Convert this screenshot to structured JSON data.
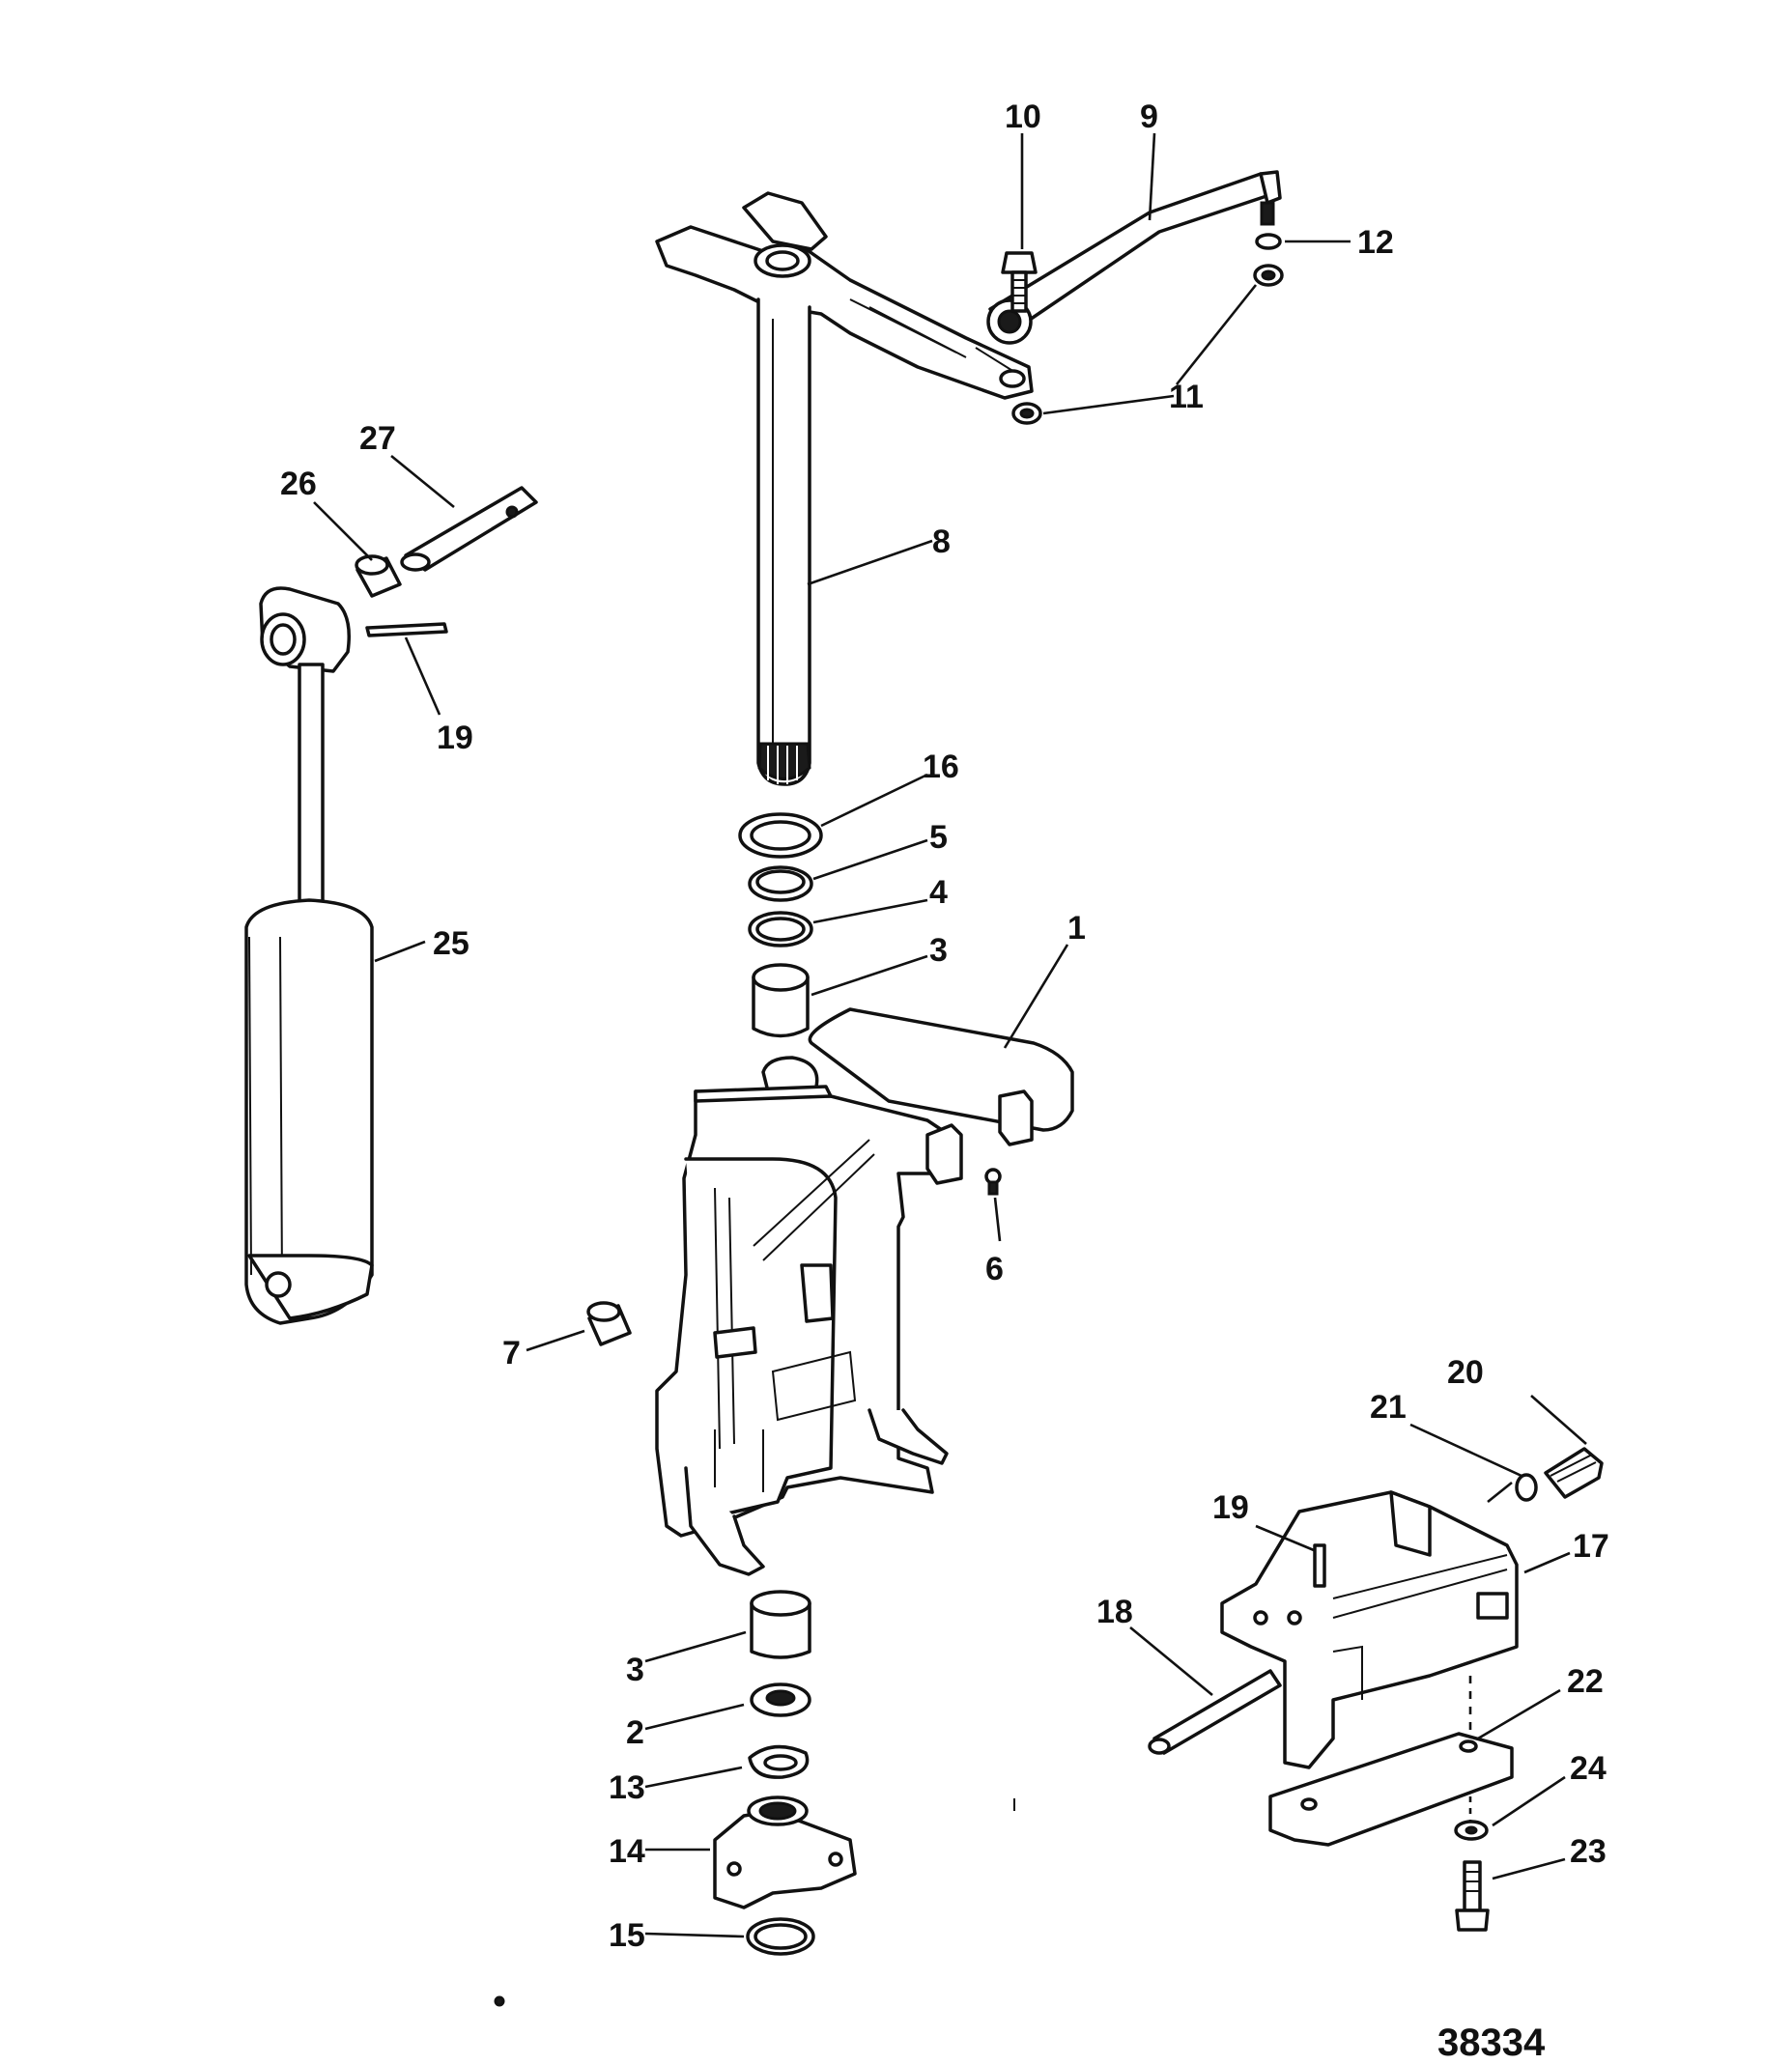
{
  "figure_number": "38334",
  "callouts": {
    "c1": "1",
    "c2": "2",
    "c3a": "3",
    "c3b": "3",
    "c4": "4",
    "c5": "5",
    "c6": "6",
    "c7": "7",
    "c8": "8",
    "c9": "9",
    "c10": "10",
    "c11a": "11",
    "c12": "12",
    "c13": "13",
    "c14": "14",
    "c15": "15",
    "c16": "16",
    "c17": "17",
    "c18": "18",
    "c19a": "19",
    "c19b": "19",
    "c20": "20",
    "c21": "21",
    "c22": "22",
    "c23": "23",
    "c24": "24",
    "c25": "25",
    "c26": "26",
    "c27": "27"
  }
}
